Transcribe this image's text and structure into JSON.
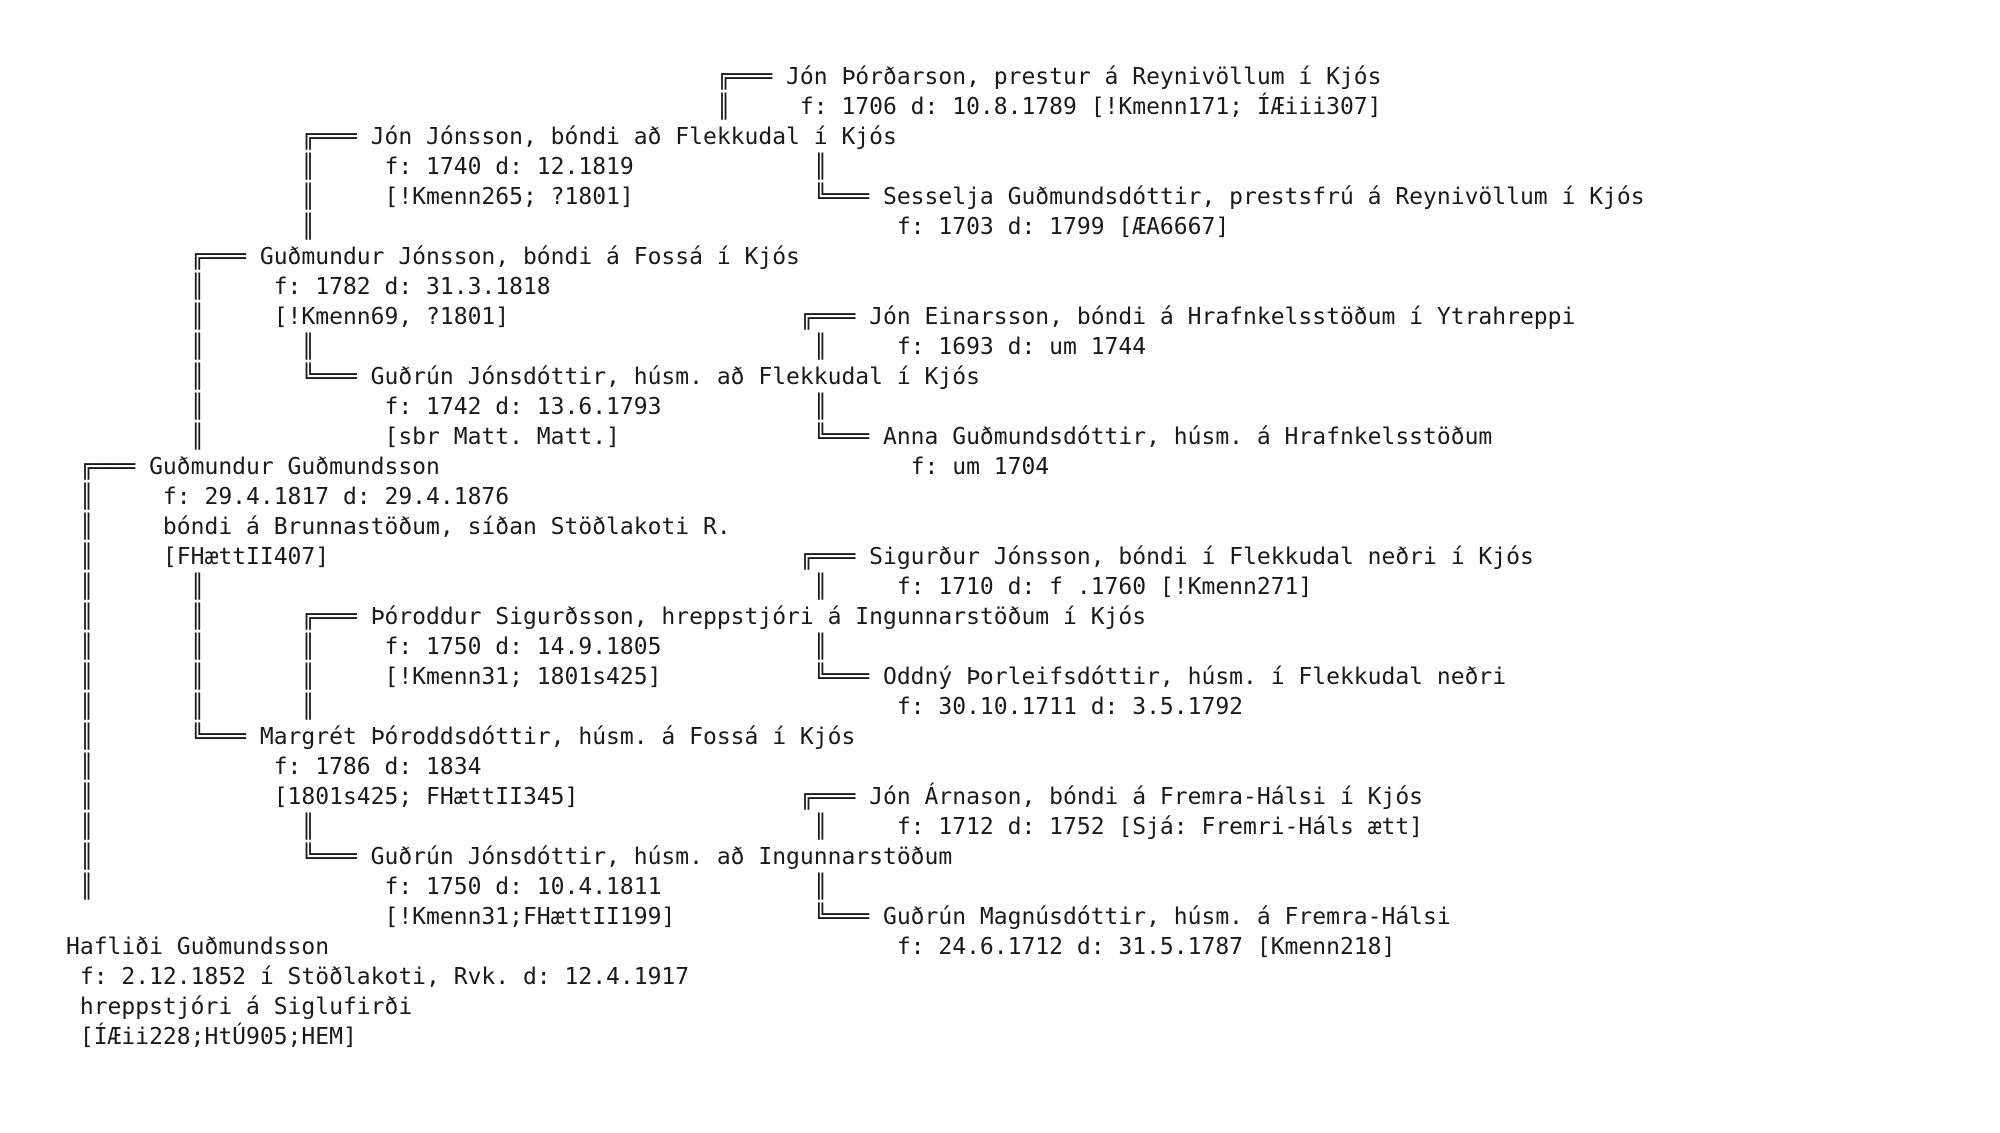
{
  "tree_lines": [
    "                                               ╔═══ Jón Þórðarson, prestur á Reynivöllum í Kjós",
    "                                               ║     f: 1706 d: 10.8.1789 [!Kmenn171; ÍÆiii307]",
    "                 ╔═══ Jón Jónsson, bóndi að Flekkudal í Kjós",
    "                 ║     f: 1740 d: 12.1819             ║",
    "                 ║     [!Kmenn265; ?1801]             ╚═══ Sesselja Guðmundsdóttir, prestsfrú á Reynivöllum í Kjós",
    "                 ║                                          f: 1703 d: 1799 [ÆA6667]",
    "         ╔═══ Guðmundur Jónsson, bóndi á Fossá í Kjós",
    "         ║     f: 1782 d: 31.3.1818",
    "         ║     [!Kmenn69, ?1801]                     ╔═══ Jón Einarsson, bóndi á Hrafnkelsstöðum í Ytrahreppi",
    "         ║       ║                                    ║     f: 1693 d: um 1744",
    "         ║       ╚═══ Guðrún Jónsdóttir, húsm. að Flekkudal í Kjós",
    "         ║             f: 1742 d: 13.6.1793           ║",
    "         ║             [sbr Matt. Matt.]              ╚═══ Anna Guðmundsdóttir, húsm. á Hrafnkelsstöðum",
    " ╔═══ Guðmundur Guðmundsson                                  f: um 1704",
    " ║     f: 29.4.1817 d: 29.4.1876",
    " ║     bóndi á Brunnastöðum, síðan Stöðlakoti R.",
    " ║     [FHættII407]                                  ╔═══ Sigurður Jónsson, bóndi í Flekkudal neðri í Kjós",
    " ║       ║                                            ║     f: 1710 d: f .1760 [!Kmenn271]",
    " ║       ║       ╔═══ Þóroddur Sigurðsson, hreppstjóri á Ingunnarstöðum í Kjós",
    " ║       ║       ║     f: 1750 d: 14.9.1805           ║",
    " ║       ║       ║     [!Kmenn31; 1801s425]           ╚═══ Oddný Þorleifsdóttir, húsm. í Flekkudal neðri",
    " ║       ║       ║                                          f: 30.10.1711 d: 3.5.1792",
    " ║       ╚═══ Margrét Þóroddsdóttir, húsm. á Fossá í Kjós",
    " ║             f: 1786 d: 1834",
    " ║             [1801s425; FHættII345]                ╔═══ Jón Árnason, bóndi á Fremra-Hálsi í Kjós",
    " ║               ║                                    ║     f: 1712 d: 1752 [Sjá: Fremri-Háls ætt]",
    " ║               ╚═══ Guðrún Jónsdóttir, húsm. að Ingunnarstöðum",
    " ║                     f: 1750 d: 10.4.1811           ║",
    "                       [!Kmenn31;FHættII199]          ╚═══ Guðrún Magnúsdóttir, húsm. á Fremra-Hálsi",
    "Hafliði Guðmundsson                                         f: 24.6.1712 d: 31.5.1787 [Kmenn218]",
    " f: 2.12.1852 í Stöðlakoti, Rvk. d: 12.4.1917",
    " hreppstjóri á Siglufirði",
    " [ÍÆii228;HtÚ905;HEM]"
  ]
}
